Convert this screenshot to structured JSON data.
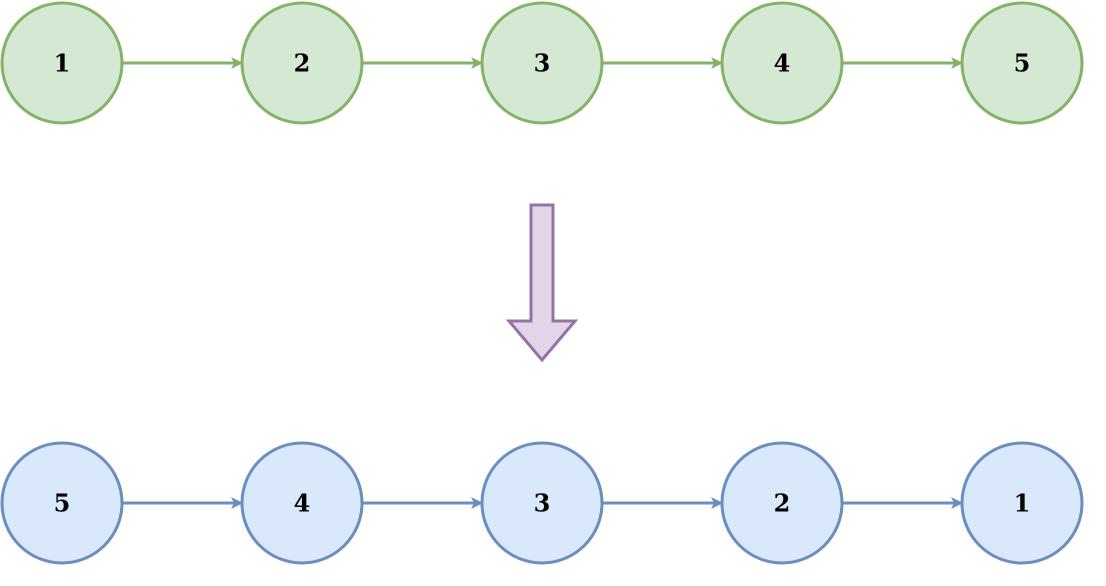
{
  "diagram": {
    "top_list": {
      "nodes": [
        "1",
        "2",
        "3",
        "4",
        "5"
      ],
      "fill": "#d5e8d4",
      "stroke": "#82b366"
    },
    "transform_arrow": {
      "fill": "#e1d5e7",
      "stroke": "#9673a6"
    },
    "bottom_list": {
      "nodes": [
        "5",
        "4",
        "3",
        "2",
        "1"
      ],
      "fill": "#dae8fc",
      "stroke": "#6c8ebf"
    }
  }
}
